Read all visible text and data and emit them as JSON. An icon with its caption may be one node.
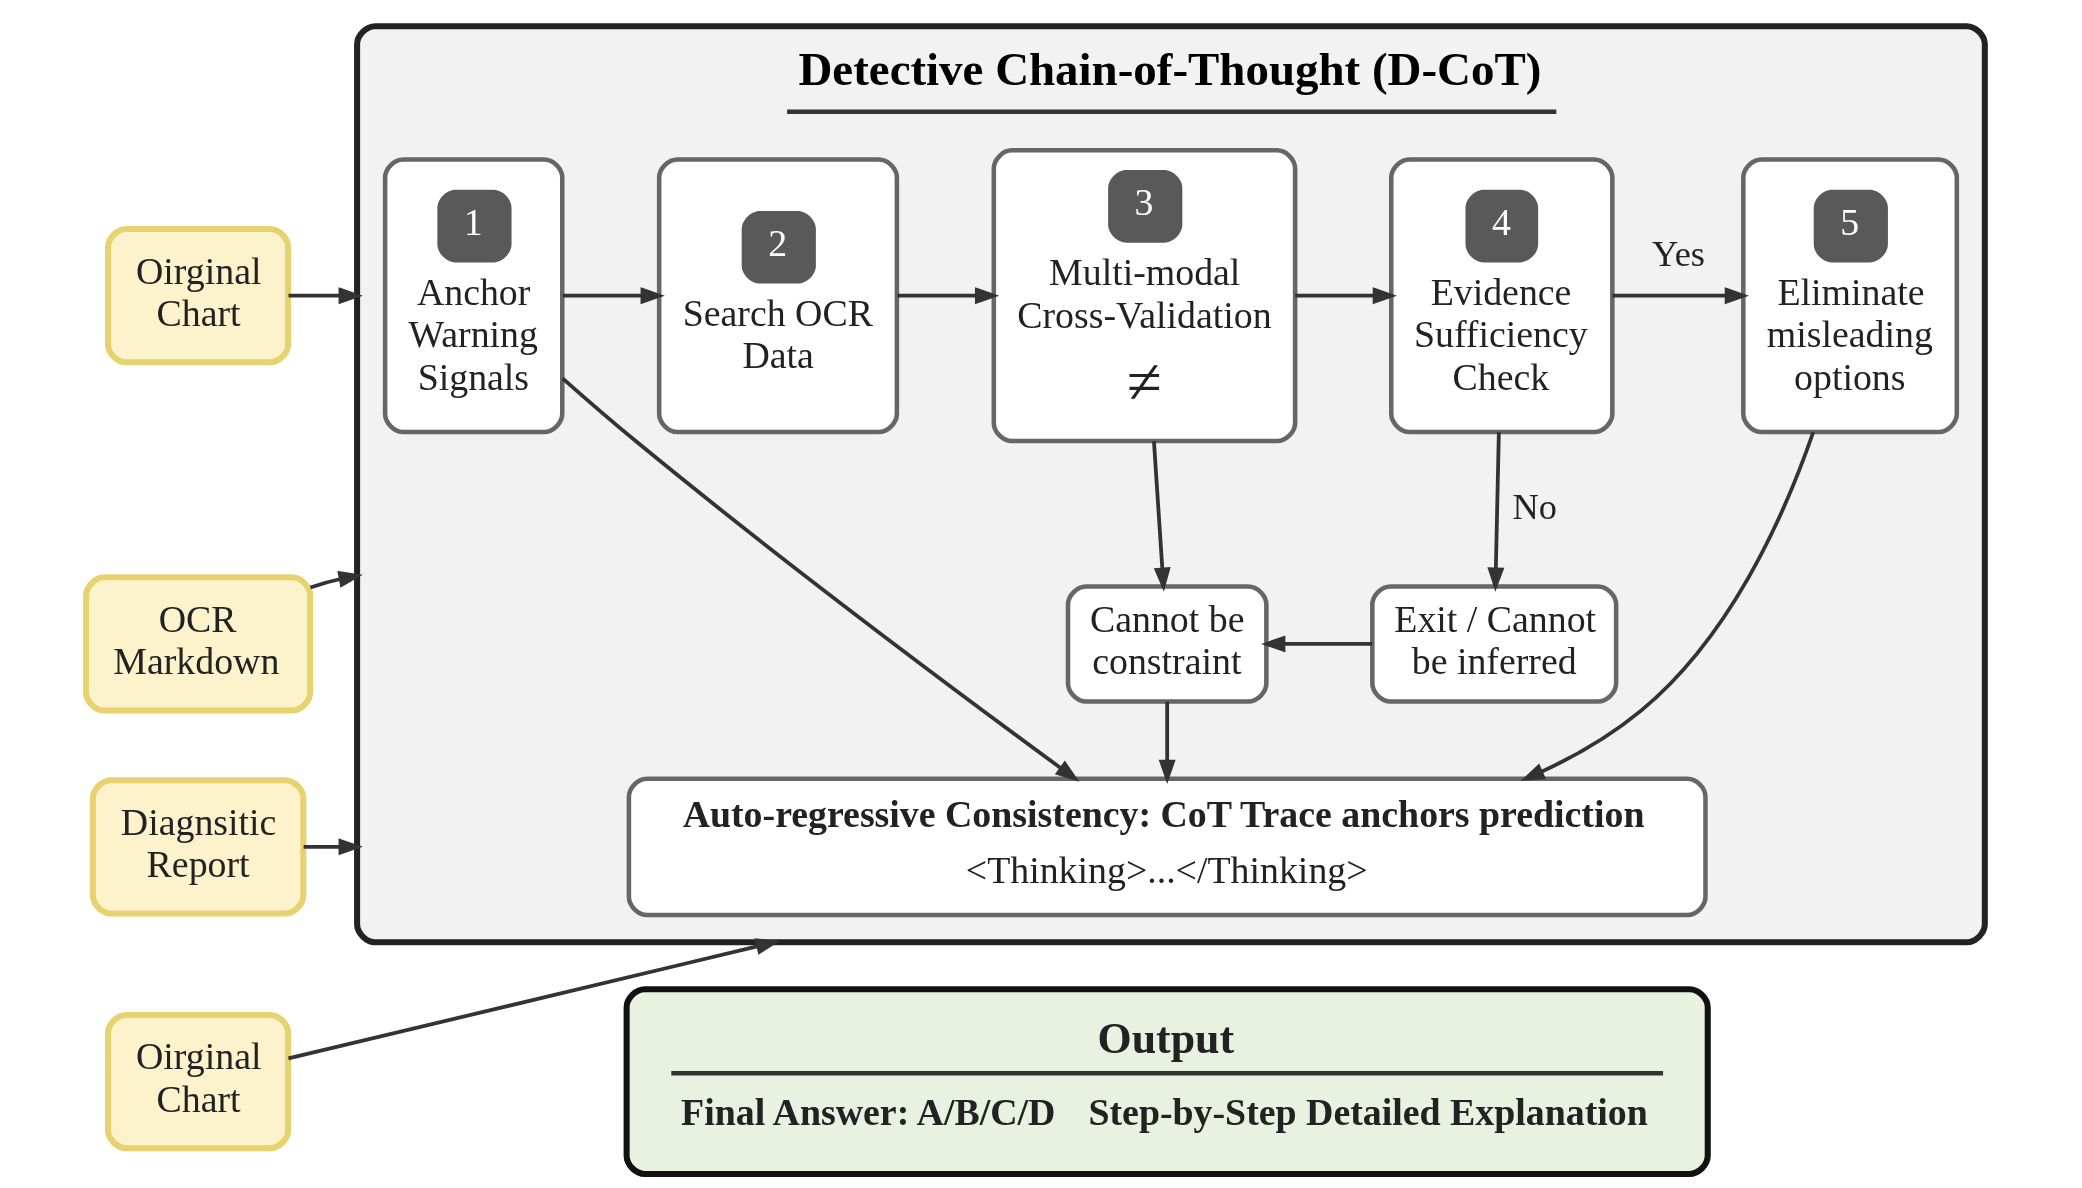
{
  "diagram": {
    "nodes": [
      {
        "text": [
          "Oirginal Chart"
        ]
      },
      {
        "text": [
          "OCR Markdown"
        ]
      },
      {
        "text": [
          "Diagnsitic Report"
        ]
      },
      {
        "text": [
          "Oirginal Chart"
        ]
      },
      {
        "text": [
          "Detective Chain-of-Thought (D-CoT)"
        ]
      },
      {
        "text": [
          "1",
          "Anchor Warning Signals"
        ],
        "in": 4
      },
      {
        "text": [
          "2",
          "Search OCR Data"
        ],
        "in": 4
      },
      {
        "text": [
          "3",
          "Multi-modal Cross-Validation",
          "≠"
        ],
        "in": 4
      },
      {
        "text": [
          "4",
          "Evidence Sufficiency Check"
        ],
        "in": 4
      },
      {
        "text": [
          "5",
          "Eliminate misleading options"
        ],
        "in": 4
      },
      {
        "text": [
          "Cannot be constraint"
        ],
        "in": 4
      },
      {
        "text": [
          "Exit / Cannot be inferred"
        ],
        "in": 4
      },
      {
        "text": [
          "Auto-regressive Consistency: CoT Trace anchors prediction",
          "<Thinking>...</Thinking>"
        ],
        "in": 4
      },
      {
        "text": [
          "Output",
          "Final Answer: A/B/C/D",
          "Step-by-Step Detailed Explanation"
        ]
      }
    ],
    "edges": [
      {
        "from": 0,
        "to": 4,
        "arrow": "to"
      },
      {
        "from": 1,
        "to": 4,
        "arrow": "to"
      },
      {
        "from": 2,
        "to": 4,
        "arrow": "to"
      },
      {
        "from": 3,
        "to": 4,
        "arrow": "to"
      },
      {
        "from": 5,
        "to": 6,
        "arrow": "to"
      },
      {
        "from": 6,
        "to": 7,
        "arrow": "to"
      },
      {
        "from": 7,
        "to": 8,
        "arrow": "to"
      },
      {
        "from": 8,
        "to": 9,
        "arrow": "to",
        "label": "Yes"
      },
      {
        "from": 8,
        "to": 11,
        "arrow": "to",
        "label": "No"
      },
      {
        "from": 7,
        "to": 10,
        "arrow": "to"
      },
      {
        "from": 11,
        "to": 10,
        "arrow": "to"
      },
      {
        "from": 5,
        "to": 12,
        "arrow": "to"
      },
      {
        "from": 10,
        "to": 12,
        "arrow": "to"
      },
      {
        "from": 9,
        "to": 12,
        "arrow": "to"
      }
    ]
  }
}
